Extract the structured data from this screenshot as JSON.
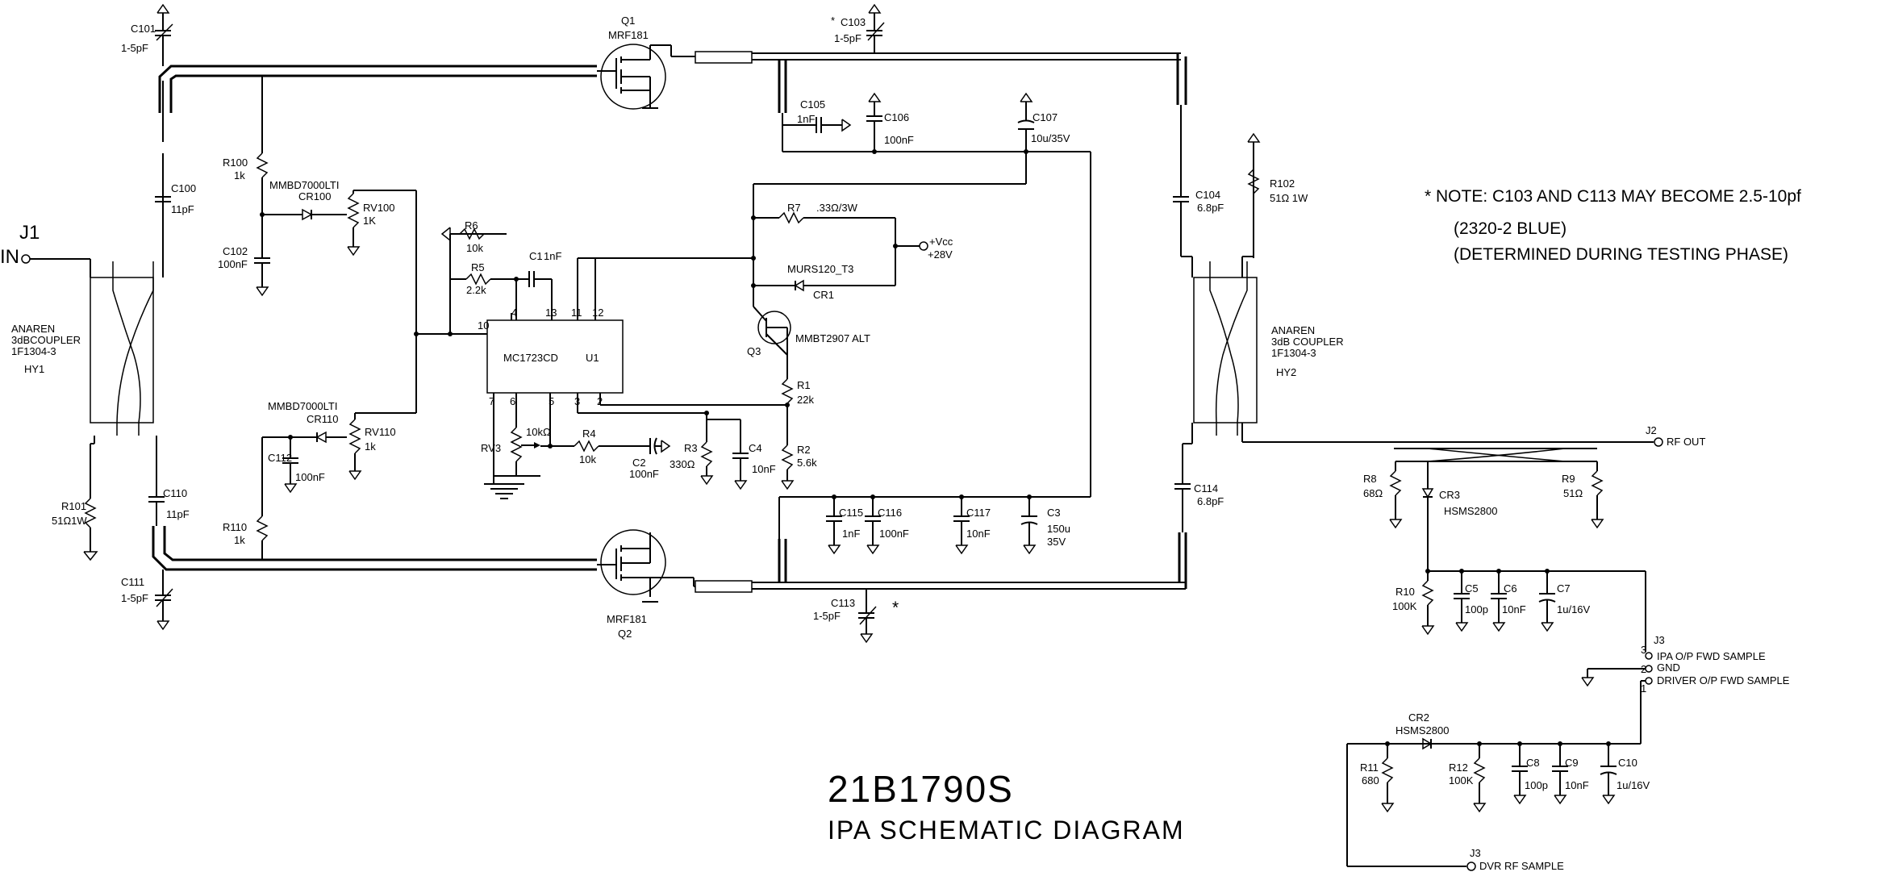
{
  "title": {
    "number": "21B1790S",
    "name": "IPA SCHEMATIC DIAGRAM"
  },
  "note": {
    "line1": "* NOTE: C103 AND C113 MAY BECOME 2.5-10pf",
    "line2": "(2320-2 BLUE)",
    "line3": "(DETERMINED DURING TESTING PHASE)"
  },
  "asterisks": {
    "c103": "*",
    "c113": "*"
  },
  "connectors": {
    "j1": "J1",
    "in": "IN",
    "j2": "J2",
    "rf_out": "RF OUT",
    "j3a": "J3",
    "ipa_fwd": "IPA O/P FWD SAMPLE",
    "gnd": "GND",
    "driver_fwd": "DRIVER O/P FWD SAMPLE",
    "pin3": "3",
    "pin2": "2",
    "pin1": "1",
    "j3b": "J3",
    "dvr_sample": "DVR RF SAMPLE",
    "vcc": "+Vcc",
    "v28": "+28V"
  },
  "couplers": {
    "hy1_l1": "ANAREN",
    "hy1_l2": "3dBCOUPLER",
    "hy1_l3": "1F1304-3",
    "hy1_ref": "HY1",
    "hy2_l1": "ANAREN",
    "hy2_l2": "3dB COUPLER",
    "hy2_l3": "1F1304-3",
    "hy2_ref": "HY2"
  },
  "transistors": {
    "q1_ref": "Q1",
    "q1_part": "MRF181",
    "q2_ref": "Q2",
    "q2_part": "MRF181",
    "q3_ref": "Q3",
    "q3_part": "MMBT2907 ALT"
  },
  "ic": {
    "part": "MC1723CD",
    "ref": "U1",
    "pins": [
      "10",
      "4",
      "13",
      "11",
      "12",
      "7",
      "6",
      "5",
      "3",
      "2"
    ]
  },
  "components": {
    "c101": "C101",
    "c101v": "1-5pF",
    "c100": "C100",
    "c100v": "11pF",
    "r100": "R100",
    "r100v": "1k",
    "cr100p": "MMBD7000LTI",
    "cr100": "CR100",
    "rv100": "RV100",
    "rv100v": "1K",
    "c102": "C102",
    "c102v": "100nF",
    "r6": "R6",
    "r6v": "10k",
    "r5": "R5",
    "r5v": "2.2k",
    "c1": "C1",
    "c1v": "1nF",
    "r101": "R101",
    "r101v": "51Ω1W",
    "cr110p": "MMBD7000LTI",
    "cr110": "CR110",
    "rv110": "RV110",
    "rv110v": "1k",
    "c112": "C112",
    "c112v": "100nF",
    "r110": "R110",
    "r110v": "1k",
    "c110": "C110",
    "c110v": "11pF",
    "c111": "C111",
    "c111v": "1-5pF",
    "rv3": "RV3",
    "rv3v": "10kΩ",
    "r4": "R4",
    "r4v": "10k",
    "c2": "C2",
    "c2v": "100nF",
    "r3": "R3",
    "r3v": "330Ω",
    "c4": "C4",
    "c4v": "10nF",
    "r1": "R1",
    "r1v": "22k",
    "r2": "R2",
    "r2v": "5.6k",
    "r7": "R7",
    "r7v": ".33Ω/3W",
    "cr1p": "MURS120_T3",
    "cr1": "CR1",
    "c103": "C103",
    "c103v": "1-5pF",
    "c105": "C105",
    "c105v": "1nF",
    "c106": "C106",
    "c106v": "100nF",
    "c107": "C107",
    "c107v": "10u/35V",
    "c115": "C115",
    "c115v": "1nF",
    "c116": "C116",
    "c116v": "100nF",
    "c117": "C117",
    "c117v": "10nF",
    "c3": "C3",
    "c3v1": "150u",
    "c3v2": "35V",
    "c113": "C113",
    "c113v": "1-5pF",
    "c104": "C104",
    "c104v": "6.8pF",
    "r102": "R102",
    "r102v": "51Ω 1W",
    "c114": "C114",
    "c114v": "6.8pF",
    "r8": "R8",
    "r8v": "68Ω",
    "cr3": "CR3",
    "cr3p": "HSMS2800",
    "r9": "R9",
    "r9v": "51Ω",
    "r10": "R10",
    "r10v": "100K",
    "c5": "C5",
    "c5v": "100p",
    "c6": "C6",
    "c6v": "10nF",
    "c7": "C7",
    "c7v": "1u/16V",
    "cr2": "CR2",
    "cr2p": "HSMS2800",
    "r11": "R11",
    "r11v": "680",
    "r12": "R12",
    "r12v": "100K",
    "c8": "C8",
    "c8v": "100p",
    "c9": "C9",
    "c9v": "10nF",
    "c10": "C10",
    "c10v": "1u/16V"
  }
}
